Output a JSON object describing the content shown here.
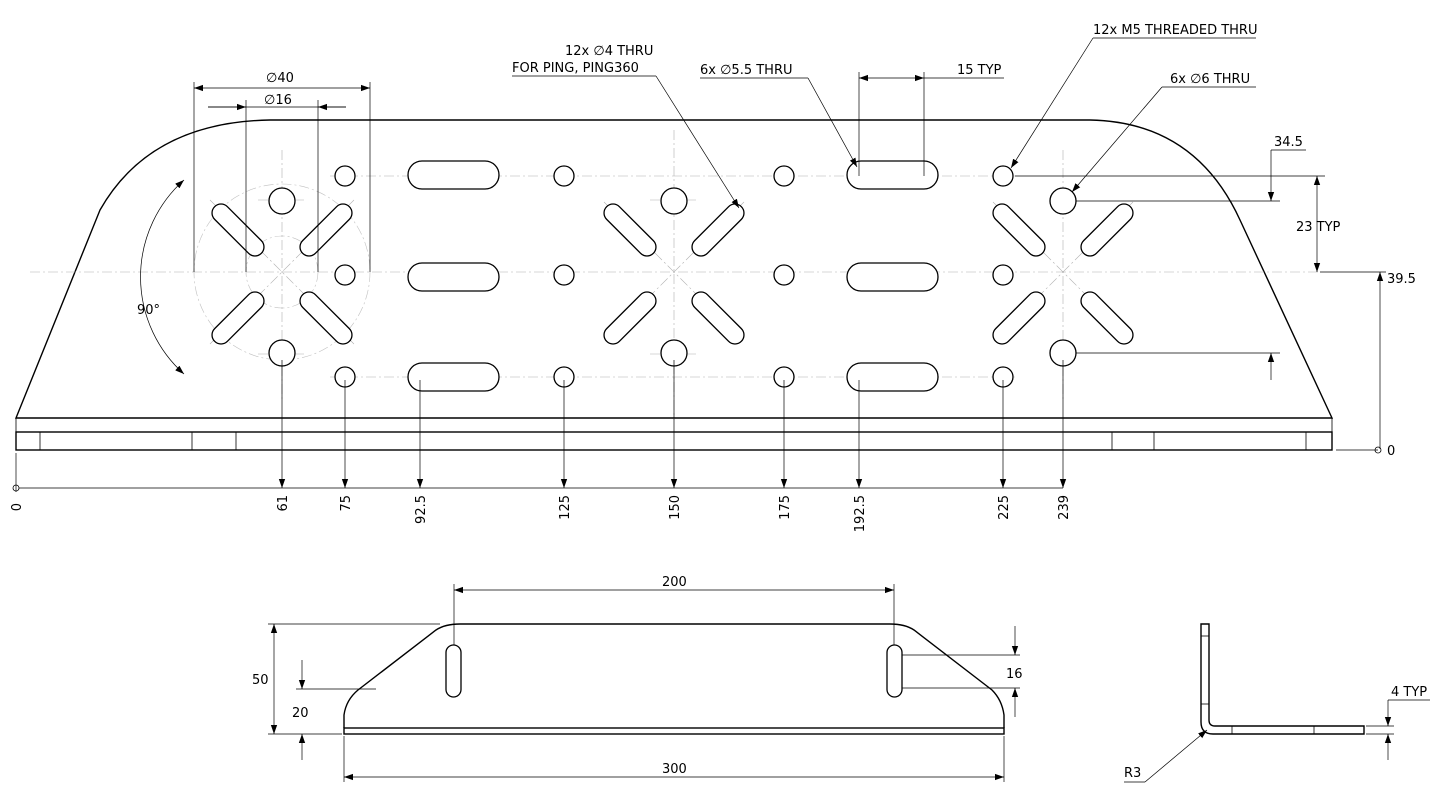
{
  "top_view": {
    "callouts": {
      "dia40": "∅40",
      "dia16": "∅16",
      "ping_holes_line1": "12x ∅4 THRU",
      "ping_holes_line2": "FOR PING, PING360",
      "slots_55": "6x ∅5.5 THRU",
      "typ15": "15 TYP",
      "m5": "12x M5 THREADED THRU",
      "holes6": "6x ∅6 THRU",
      "dim_345": "34.5",
      "typ23": "23 TYP",
      "dim_395": "39.5",
      "vert_zero": "0",
      "angle": "90°"
    },
    "ordinates": [
      "0",
      "61",
      "75",
      "92.5",
      "125",
      "150",
      "175",
      "192.5",
      "225",
      "239"
    ]
  },
  "front_view": {
    "width_top": "200",
    "height": "50",
    "slot_height": "20",
    "slot_len": "16",
    "width_bottom": "300"
  },
  "side_view": {
    "thickness": "4 TYP",
    "radius": "R3"
  }
}
